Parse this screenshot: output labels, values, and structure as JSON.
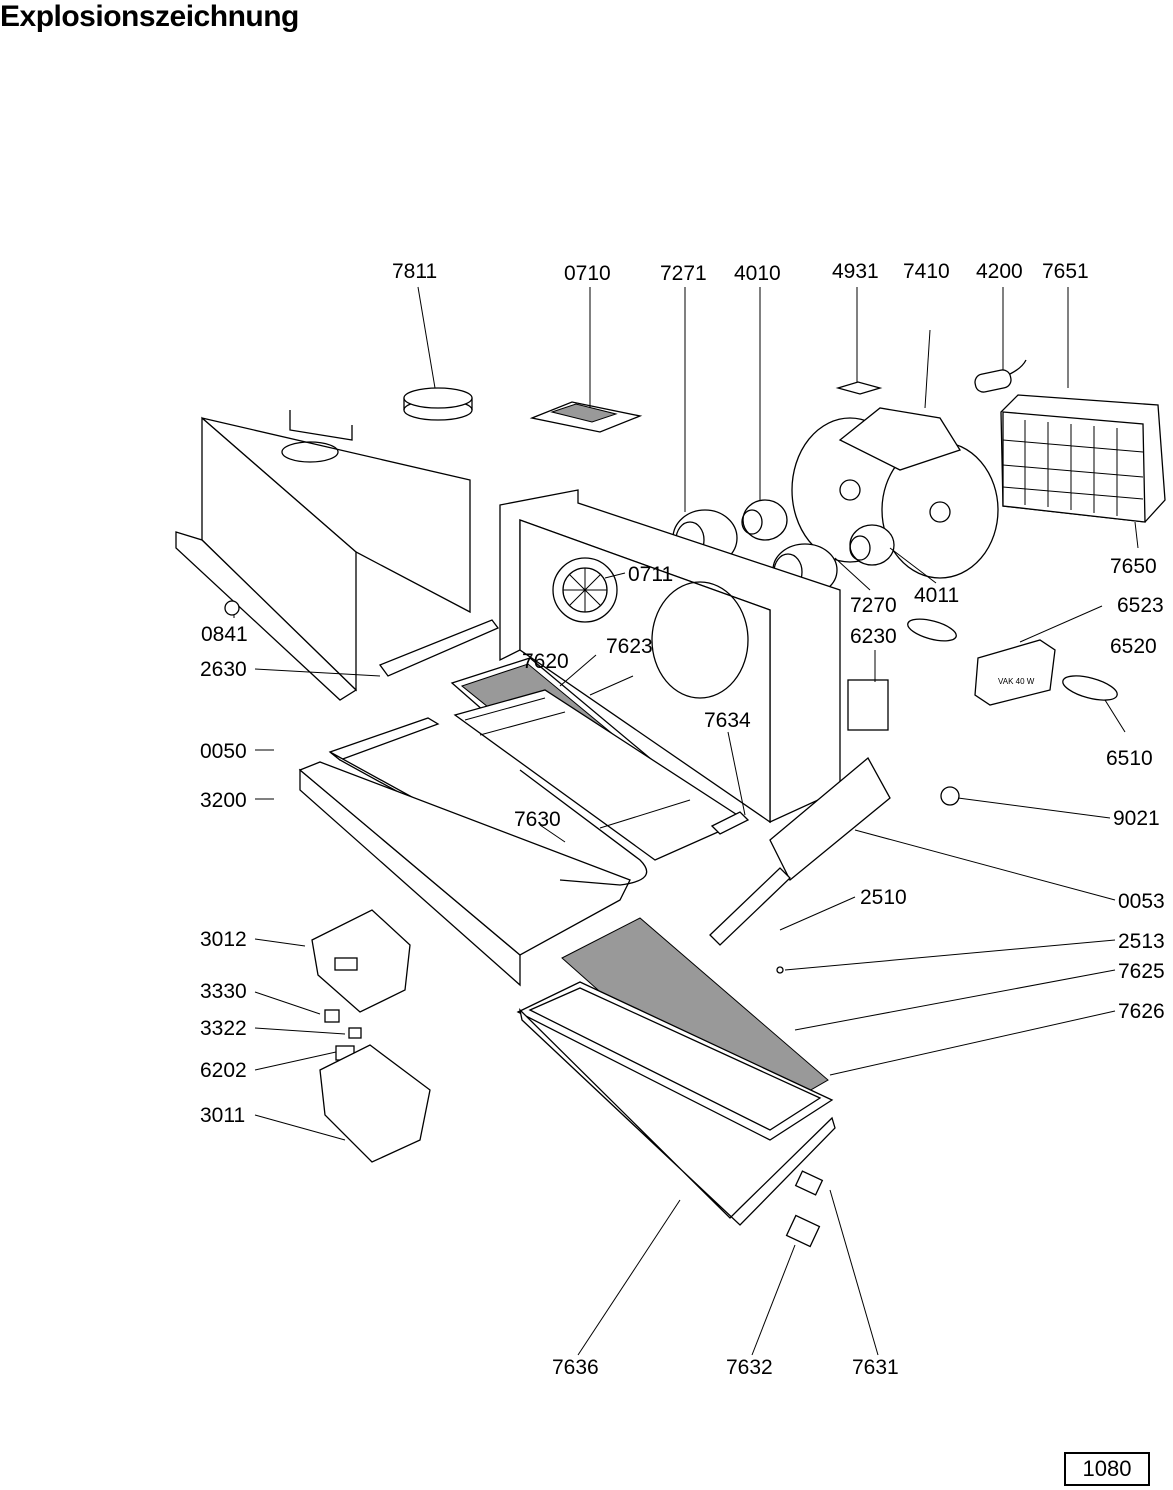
{
  "title": "Explosionszeichnung",
  "page_number": "1080",
  "labels": {
    "l7811": "7811",
    "l0710": "0710",
    "l7271": "7271",
    "l4010": "4010",
    "l4931": "4931",
    "l7410": "7410",
    "l4200": "4200",
    "l7651": "7651",
    "l7650": "7650",
    "l0711": "0711",
    "l7270": "7270",
    "l4011": "4011",
    "l6523": "6523",
    "l0841": "0841",
    "l6230": "6230",
    "l6520": "6520",
    "l2630": "2630",
    "l7620": "7620",
    "l7623": "7623",
    "l7634": "7634",
    "l0050": "0050",
    "l6510": "6510",
    "l3200": "3200",
    "l9021": "9021",
    "l7630": "7630",
    "l0053": "0053",
    "l2510": "2510",
    "l3012": "3012",
    "l2513": "2513",
    "l7625": "7625",
    "l3330": "3330",
    "l7626": "7626",
    "l3322": "3322",
    "l6202": "6202",
    "l3011": "3011",
    "l7636": "7636",
    "l7632": "7632",
    "l7631": "7631"
  },
  "lamp_marking": "VAK 40 W"
}
